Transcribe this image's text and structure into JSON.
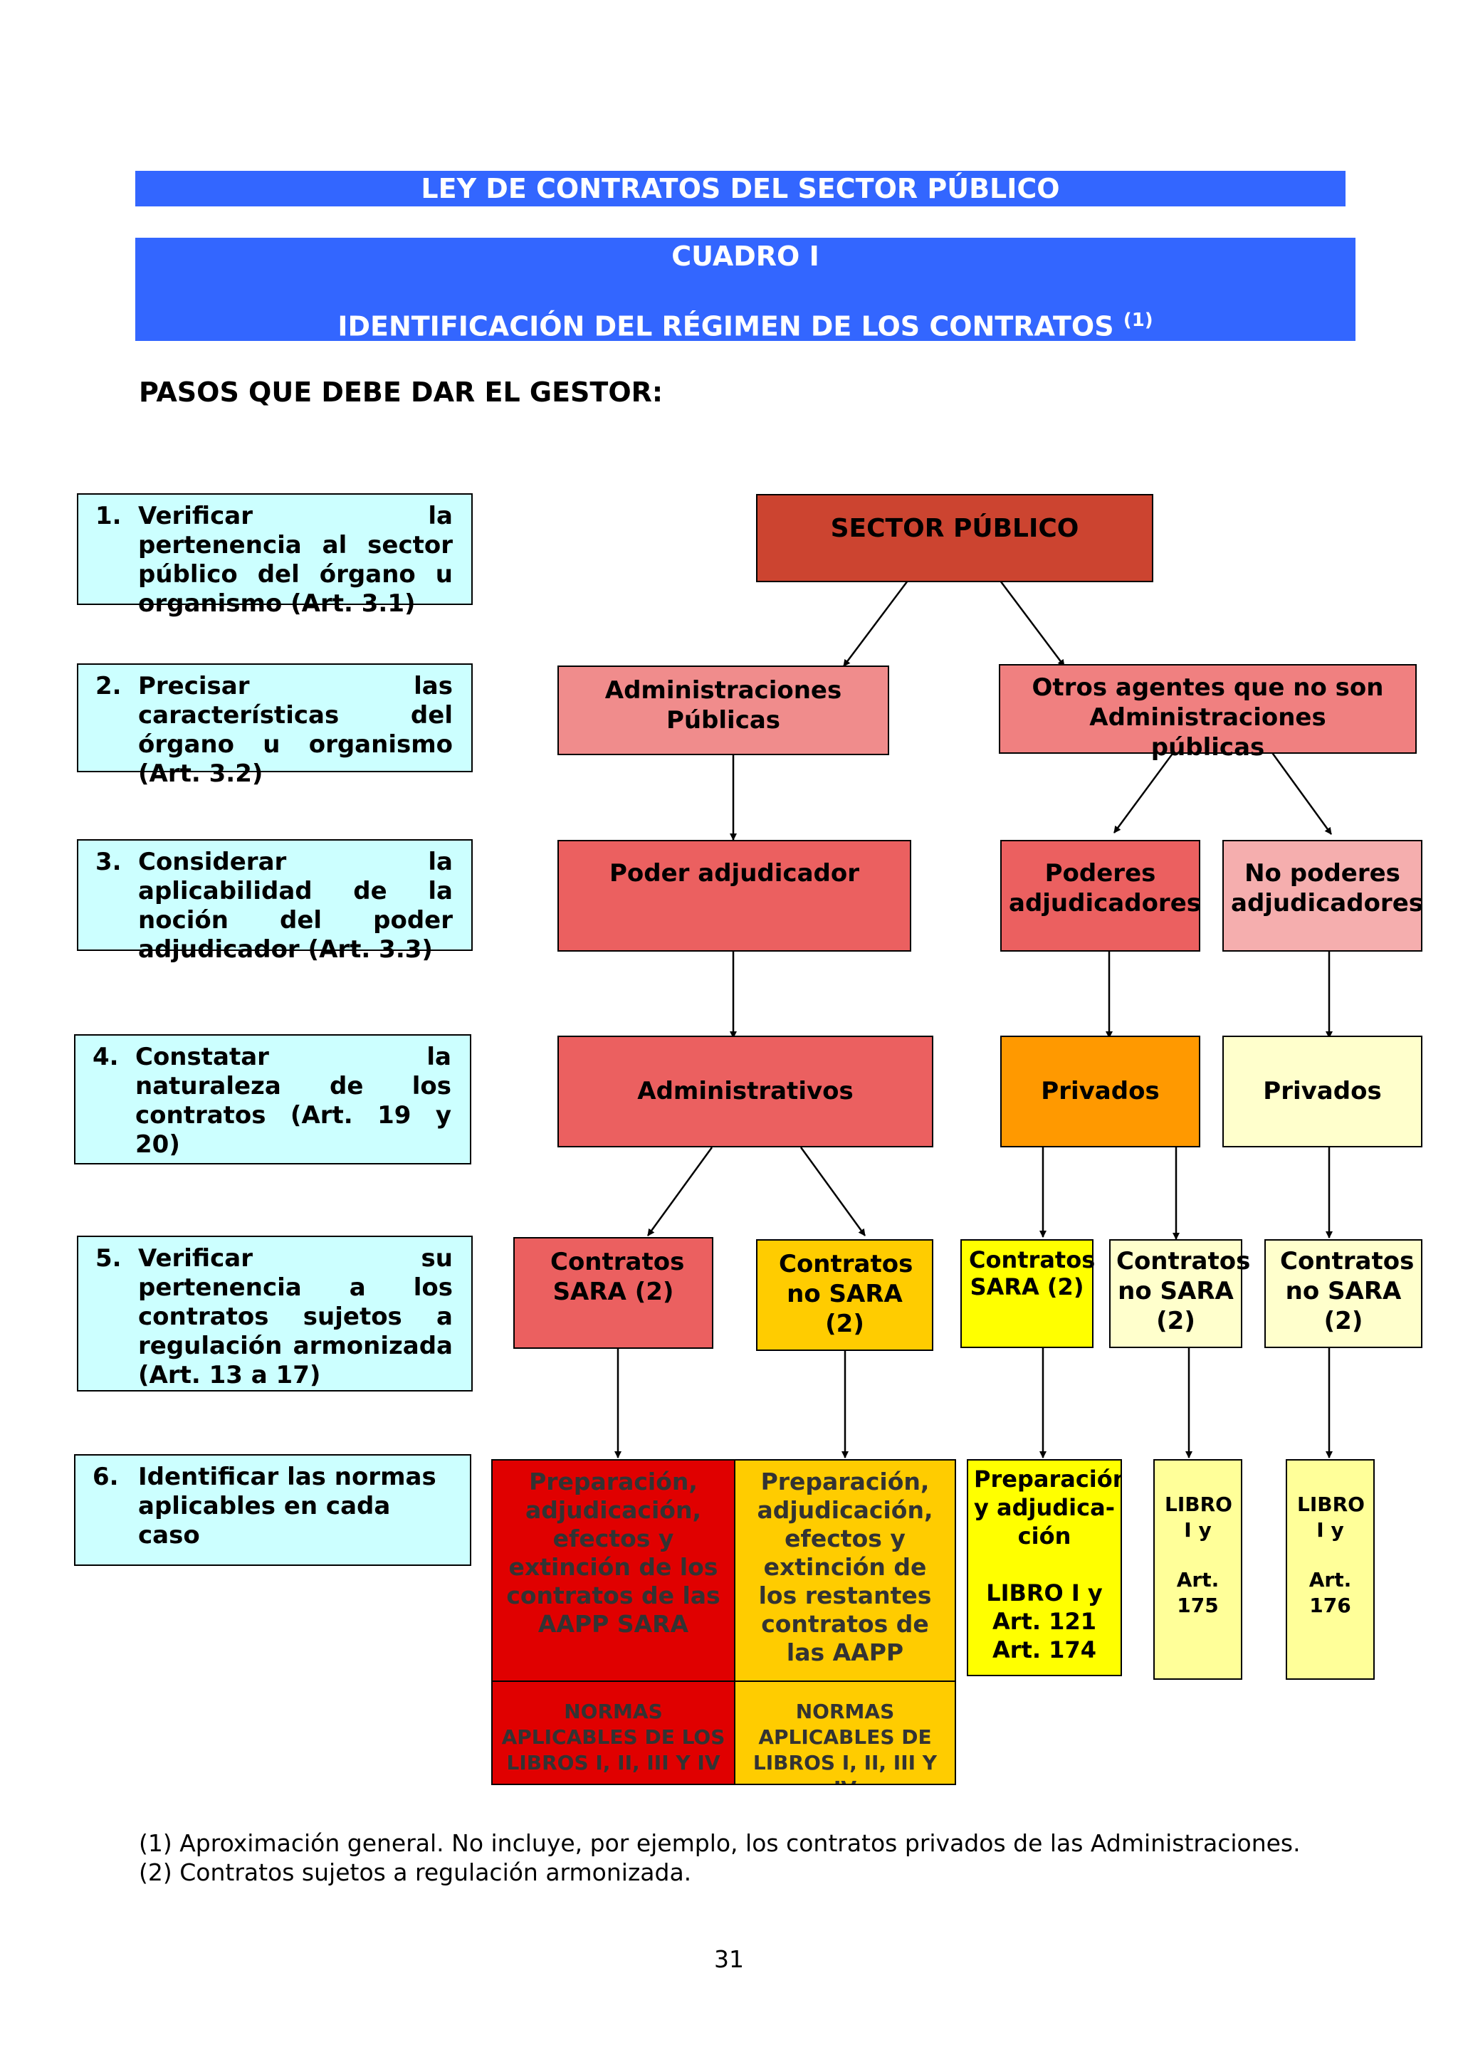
{
  "header": {
    "law_title": "LEY DE CONTRATOS DEL SECTOR PÚBLICO",
    "cuadro": "CUADRO I",
    "subtitle": "IDENTIFICACIÓN DEL RÉGIMEN DE LOS CONTRATOS",
    "subtitle_note": "(1)"
  },
  "heading": "PASOS QUE DEBE DAR EL GESTOR:",
  "steps": [
    {
      "num": "1.",
      "text": "Verificar la pertenencia al sector público del órgano u organismo (Art. 3.1)"
    },
    {
      "num": "2.",
      "text": "Precisar las características del órgano u organismo (Art. 3.2)"
    },
    {
      "num": "3.",
      "text": "Considerar la aplicabilidad de la noción del poder adjudicador (Art. 3.3)"
    },
    {
      "num": "4.",
      "text": "Constatar la naturaleza de los contratos (Art. 19 y 20)"
    },
    {
      "num": "5.",
      "text": "Verificar su pertenencia a los contratos sujetos a regulación armonizada (Art. 13 a 17)"
    },
    {
      "num": "6.",
      "text": "Identificar las normas aplicables en cada caso"
    }
  ],
  "nodes": {
    "sector_publico": "SECTOR PÚBLICO",
    "admin_publicas": "Administraciones Públicas",
    "otros_agentes": "Otros agentes que no son Administraciones públicas",
    "poder_adjudicador": "Poder adjudicador",
    "poderes_adjudicadores": "Poderes adjudicadores",
    "no_poderes": "No poderes adjudicadores",
    "administrativos": "Administrativos",
    "privados_1": "Privados",
    "privados_2": "Privados",
    "c_sara_1": "Contratos SARA (2)",
    "c_nosara_1": "Contratos no SARA (2)",
    "c_sara_2": "Contratos SARA (2)",
    "c_nosara_2": "Contratos no SARA (2)",
    "c_nosara_3": "Contratos no SARA (2)"
  },
  "norms": {
    "n1_top": "Preparación, adjudicación, efectos y extinción de los contratos de las AAPP SARA",
    "n1_bottom": "NORMAS APLICABLES DE LOS LIBROS I, II, III Y IV",
    "n2_top": "Preparación, adjudicación, efectos y extinción de los restantes contratos de las AAPP",
    "n2_bottom": "NORMAS APLICABLES DE LIBROS I, II, III Y IV",
    "n3_line1": "Preparación y adjudica-ción",
    "n3_line2": "LIBRO I y Art. 121 Art. 174",
    "n4_line1": "LIBRO I y",
    "n4_line2": "Art. 175",
    "n5_line1": "LIBRO I y",
    "n5_line2": "Art. 176"
  },
  "footnotes": [
    "(1)  Aproximación general. No incluye, por ejemplo, los contratos privados de las Administraciones.",
    "(2) Contratos sujetos a regulación armonizada."
  ],
  "page_number": "31",
  "colors": {
    "banner": "#3366ff",
    "step_fill": "#ccffff",
    "sector_publico": "#cc4430",
    "admin": "#f08c8c",
    "poder": "#eb6060",
    "no_poder": "#f5aeae",
    "privados_orange": "#ff9900",
    "privados_light": "#ffffcc",
    "sara_yellow": "#ffff00",
    "nosara_gold": "#ffcc00",
    "norm_red": "#e00000",
    "norm_light": "#ffff99"
  }
}
